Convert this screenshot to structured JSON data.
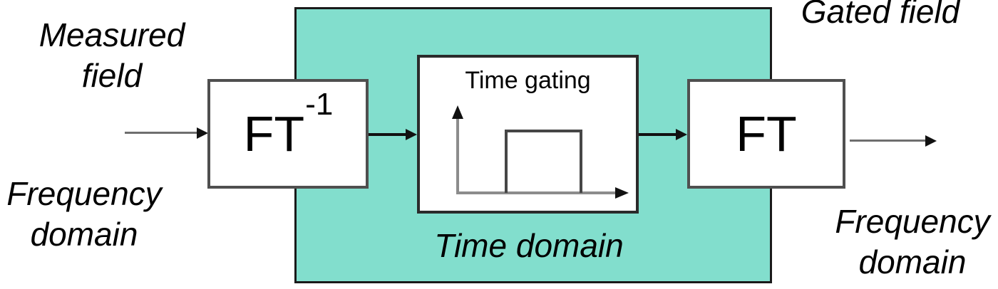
{
  "colors": {
    "time_domain_fill": "#82decd",
    "region_border": "#1a1a1a",
    "block_border": "#4f4f4f",
    "text": "#000000",
    "axis_gray": "#8c8c8c",
    "pulse_gray": "#464646"
  },
  "left_annotations": {
    "field": "Measured\nfield",
    "domain": "Frequency\ndomain"
  },
  "right_annotations": {
    "field": "Gated field",
    "domain": "Frequency\ndomain"
  },
  "region": {
    "label": "Time domain"
  },
  "blocks": {
    "ft_inverse": {
      "base": "FT",
      "sup": "-1"
    },
    "time_gating": {
      "title": "Time gating"
    },
    "ft": {
      "base": "FT"
    }
  }
}
